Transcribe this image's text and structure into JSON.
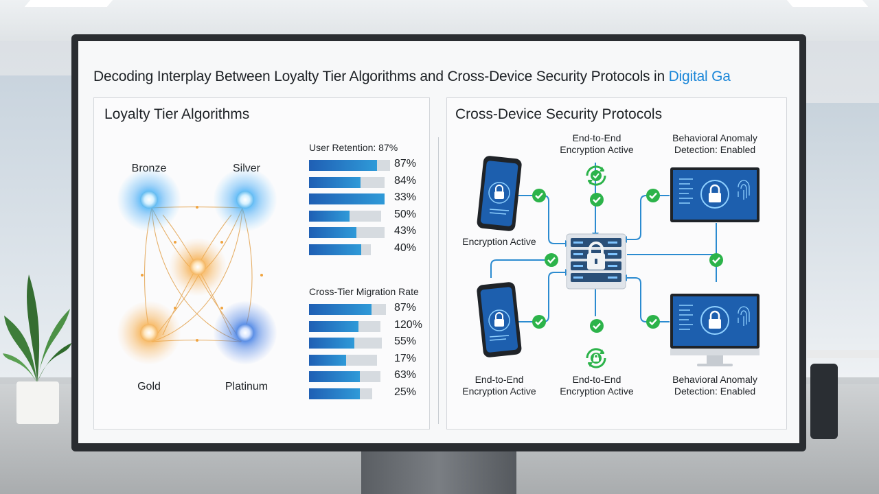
{
  "title": {
    "text": "Decoding Interplay Between Loyalty Tier Algorithms and Cross-Device Security Protocols in ",
    "accent": "Digital Ga",
    "accent_color": "#1a86d8"
  },
  "left_panel": {
    "title": "Loyalty Tier Algorithms",
    "tiers": [
      {
        "label": "Bronze",
        "color": "#3aa7ea"
      },
      {
        "label": "Silver",
        "color": "#3aa7ea"
      },
      {
        "label": "Gold",
        "color": "#f0a440"
      },
      {
        "label": "Platinum",
        "color": "#2e6fda"
      }
    ],
    "hub_color": "#f0a440",
    "retention": {
      "heading": "User Retention: 87%",
      "rows": [
        {
          "value": 87,
          "label": "87%"
        },
        {
          "value": 84,
          "label": "84%"
        },
        {
          "value": 33,
          "label": "33%"
        },
        {
          "value": 50,
          "label": "50%"
        },
        {
          "value": 43,
          "label": "43%"
        },
        {
          "value": 40,
          "label": "40%"
        }
      ]
    },
    "migration": {
      "heading": "Cross-Tier Migration Rate",
      "rows": [
        {
          "value": 87,
          "label": "87%"
        },
        {
          "value": 120,
          "label": "120%"
        },
        {
          "value": 55,
          "label": "55%"
        },
        {
          "value": 17,
          "label": "17%"
        },
        {
          "value": 63,
          "label": "63%"
        },
        {
          "value": 25,
          "label": "25%"
        }
      ]
    }
  },
  "right_panel": {
    "title": "Cross-Device Security Protocols",
    "labels": {
      "top_center": "End-to-End\nEncryption Active",
      "top_right": "Behavioral Anomaly\nDetection: Enabled",
      "phone_top": "Encryption Active",
      "bottom_left": "End-to-End\nEncryption Active",
      "bottom_center": "End-to-End\nEncryption Active",
      "bottom_right": "Behavioral Anomaly\nDetection: Enabled"
    },
    "icons": [
      "phone-icon",
      "server-icon",
      "monitor-icon",
      "lock-icon",
      "fingerprint-icon",
      "checkmark-icon",
      "sync-shield-icon"
    ],
    "status_color": "#2cb34a",
    "wire_color": "#2b8bd0"
  }
}
